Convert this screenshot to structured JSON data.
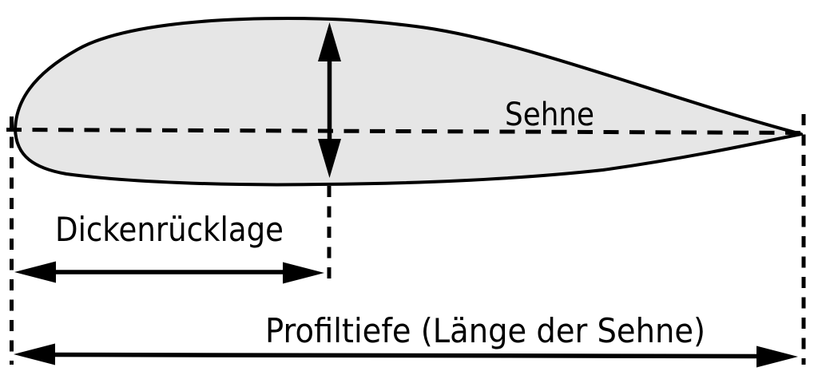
{
  "diagram": {
    "labels": {
      "chord": "Sehne",
      "thickness_position": "Dickenrücklage",
      "profile_depth": "Profiltiefe (Länge der Sehne)"
    },
    "colors": {
      "airfoil_fill": "#e6e6e6",
      "line": "#000000",
      "background": "#ffffff"
    }
  }
}
